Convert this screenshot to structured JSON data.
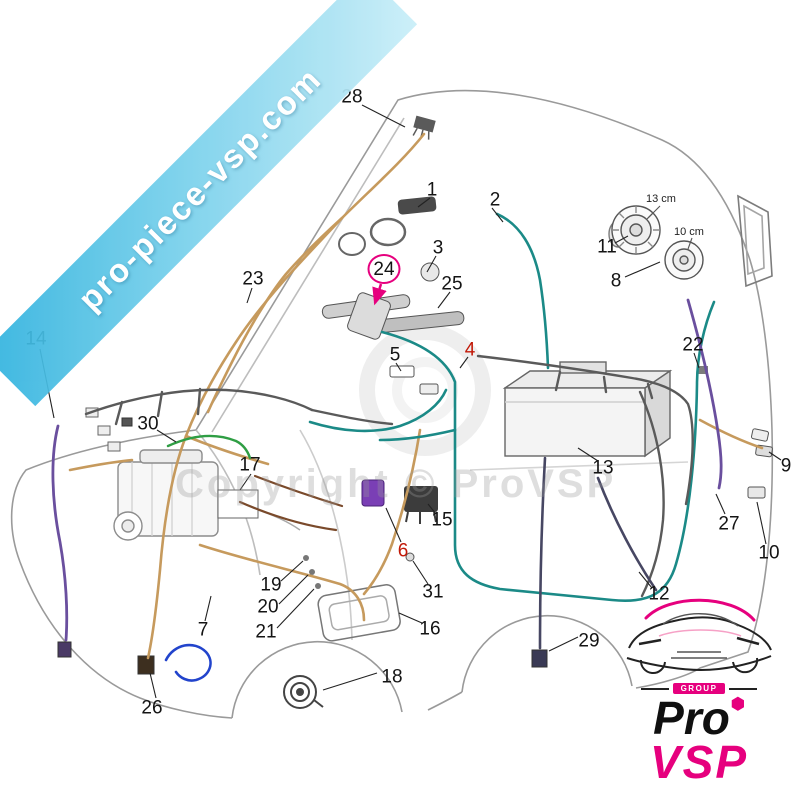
{
  "watermark_ribbon": {
    "text": "pro-piece-vsp.com",
    "color_start": "#2fb2de",
    "color_end": "#c9eef8"
  },
  "copyright_watermark": {
    "text": "Copyright © ProVSP"
  },
  "speaker_labels": {
    "large": "13 cm",
    "small": "10 cm"
  },
  "logo": {
    "group_label": "GROUP",
    "pro_text": "Pro",
    "vsp_text": "VSP",
    "accent_color": "#e6007e"
  },
  "diagram": {
    "highlight_color": "#e6007e",
    "callout_red_color": "#c21807",
    "wire_colors": {
      "tan": "#c69a5d",
      "teal": "#1b8a87",
      "gray": "#5a5a5a",
      "purple": "#6a4f9e",
      "green": "#2f9e44",
      "blue": "#2244cc",
      "navy": "#474763",
      "brown": "#7a4a2b"
    }
  },
  "callouts": [
    {
      "num": "1"
    },
    {
      "num": "2"
    },
    {
      "num": "3"
    },
    {
      "num": "4",
      "style": "red"
    },
    {
      "num": "5"
    },
    {
      "num": "6",
      "style": "red"
    },
    {
      "num": "7"
    },
    {
      "num": "8"
    },
    {
      "num": "9"
    },
    {
      "num": "10"
    },
    {
      "num": "11"
    },
    {
      "num": "12"
    },
    {
      "num": "13"
    },
    {
      "num": "14"
    },
    {
      "num": "15"
    },
    {
      "num": "16"
    },
    {
      "num": "17"
    },
    {
      "num": "18"
    },
    {
      "num": "19"
    },
    {
      "num": "20"
    },
    {
      "num": "21"
    },
    {
      "num": "22"
    },
    {
      "num": "23"
    },
    {
      "num": "24",
      "style": "circled"
    },
    {
      "num": "25"
    },
    {
      "num": "26"
    },
    {
      "num": "27"
    },
    {
      "num": "28"
    },
    {
      "num": "29"
    },
    {
      "num": "30"
    },
    {
      "num": "31"
    }
  ]
}
